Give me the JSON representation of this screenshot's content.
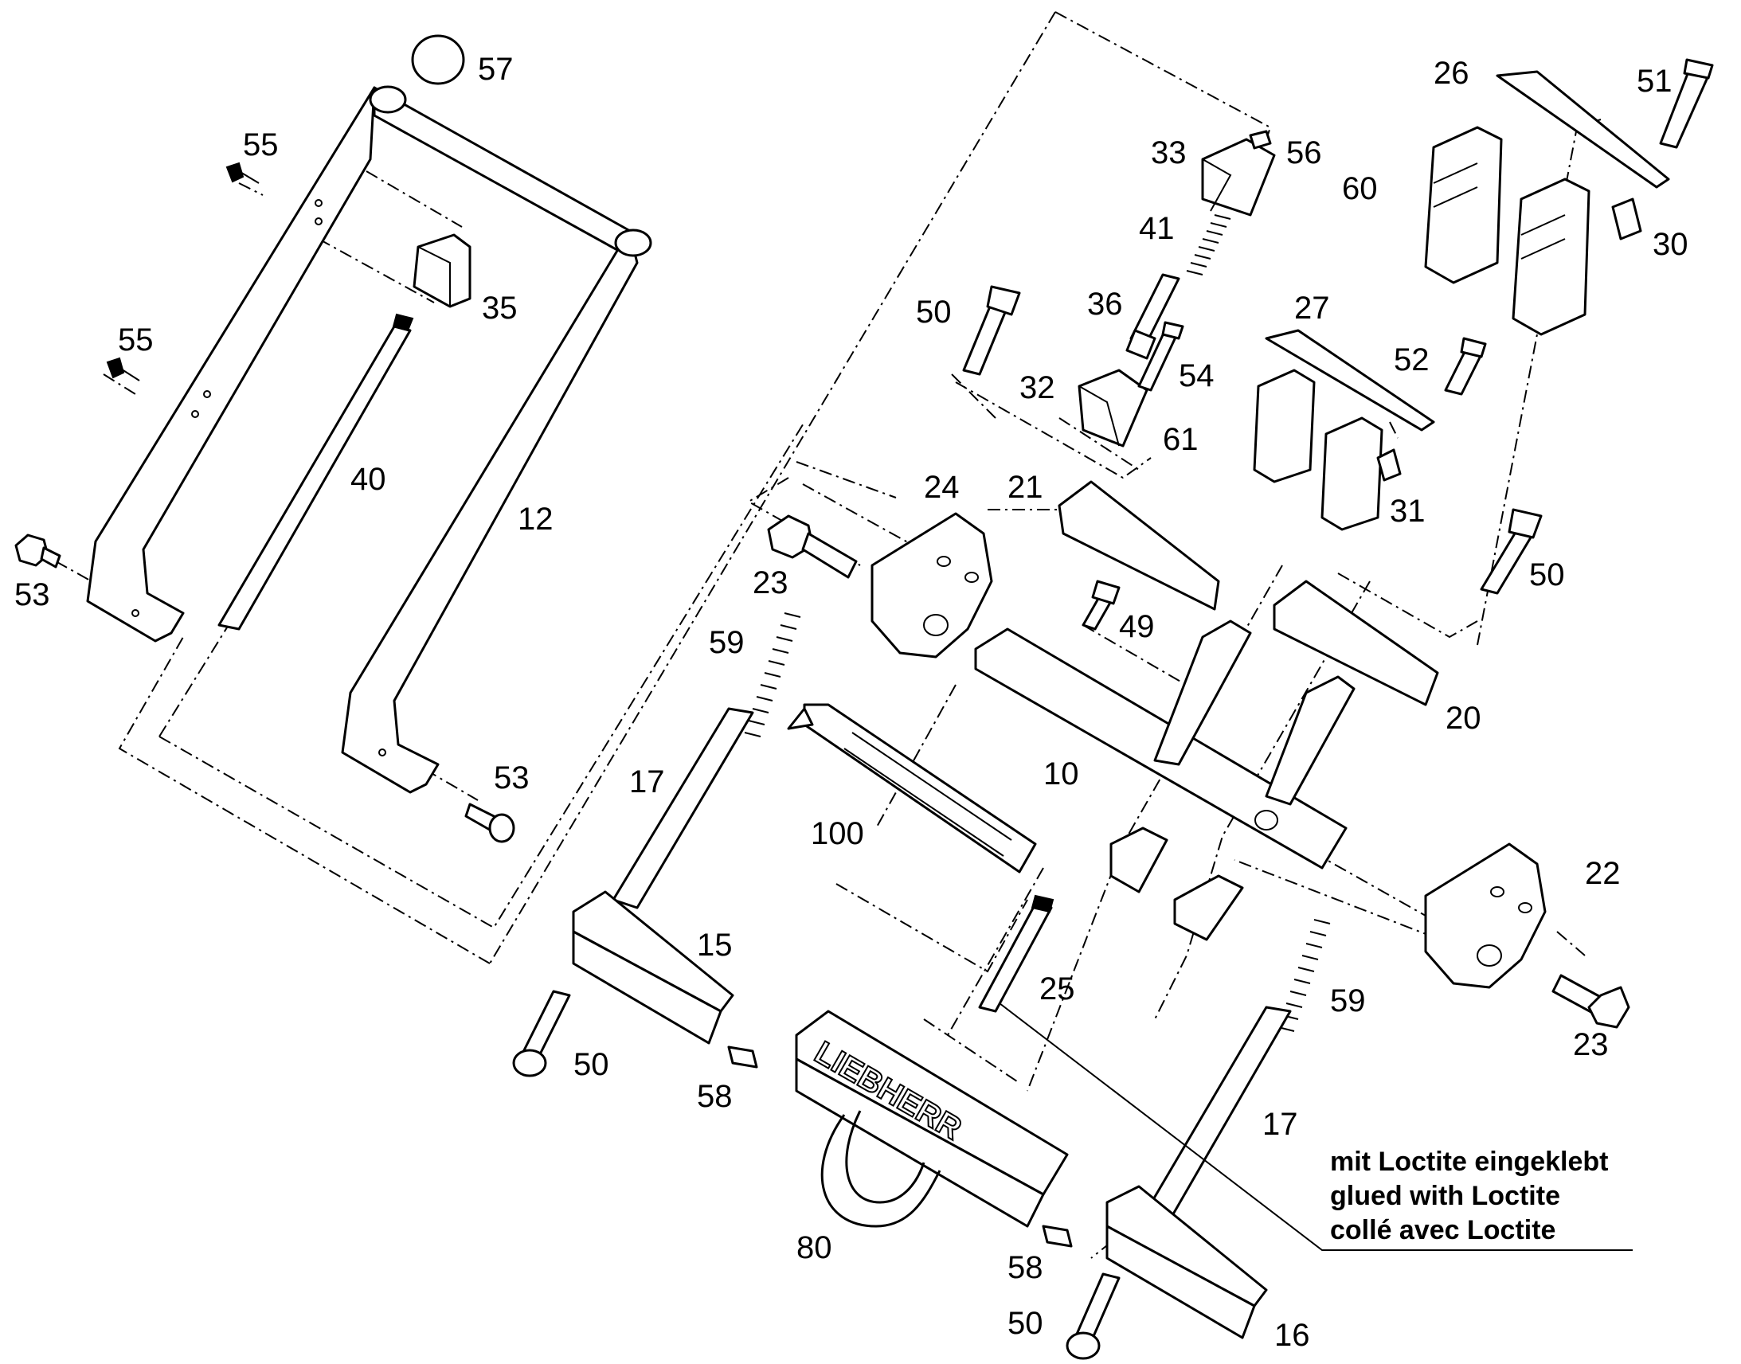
{
  "labels": {
    "p57": "57",
    "p55a": "55",
    "p55b": "55",
    "p35": "35",
    "p40": "40",
    "p12": "12",
    "p53a": "53",
    "p53b": "53",
    "p33": "33",
    "p56": "56",
    "p41": "41",
    "p36": "36",
    "p50a": "50",
    "p54": "54",
    "p32": "32",
    "p26": "26",
    "p51": "51",
    "p60": "60",
    "p30": "30",
    "p27": "27",
    "p52": "52",
    "p61": "61",
    "p31": "31",
    "p24": "24",
    "p21": "21",
    "p23a": "23",
    "p49": "49",
    "p50b": "50",
    "p20": "20",
    "p59a": "59",
    "p17a": "17",
    "p100": "100",
    "p10": "10",
    "p22": "22",
    "p15": "15",
    "p25": "25",
    "p59b": "59",
    "p23b": "23",
    "p50c": "50",
    "p58a": "58",
    "p17b": "17",
    "p80": "80",
    "p58b": "58",
    "p50d": "50",
    "p16": "16"
  },
  "note": {
    "line1": "mit Loctite eingeklebt",
    "line2": "glued with Loctite",
    "line3": "collé avec Loctite"
  },
  "brand": "LIEBHERR"
}
